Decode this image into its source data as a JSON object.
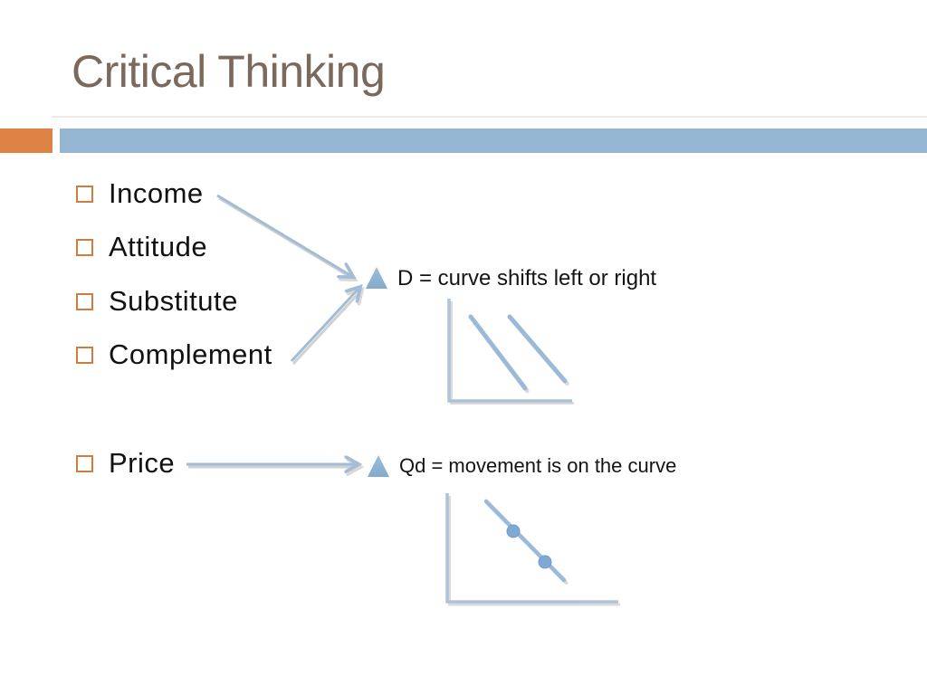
{
  "title": "Critical Thinking",
  "bullets": [
    "Income",
    "Attitude",
    "Substitute",
    "Complement",
    "Price"
  ],
  "annotations": {
    "demand": "D = curve shifts left or right",
    "quantity": "Qd = movement is on the curve"
  },
  "figures": {
    "demand_shift_graph": {
      "type": "schematic-line",
      "description": "L-shaped axes with two parallel downward-sloping demand curves showing a curve shift left or right"
    },
    "movement_graph": {
      "type": "schematic-line",
      "description": "L-shaped axes with one downward-sloping demand curve and two points on it showing movement along the curve"
    }
  },
  "connectors": {
    "income_to_demand": "arrow from Income bullet to D annotation",
    "complement_to_demand": "arrow from Complement bullet to D annotation",
    "price_to_quantity": "arrow from Price bullet to Qd annotation"
  },
  "colors": {
    "accent_orange": "#DE8245",
    "accent_blue": "#95B6D3",
    "title_brown": "#7B695C",
    "bullet_square_orange": "#D07C3F",
    "connector_blue": "#A3BDD6",
    "graph_blue": "#9CBAD8",
    "point_blue": "#7FA9D2",
    "text_black": "#141414"
  }
}
